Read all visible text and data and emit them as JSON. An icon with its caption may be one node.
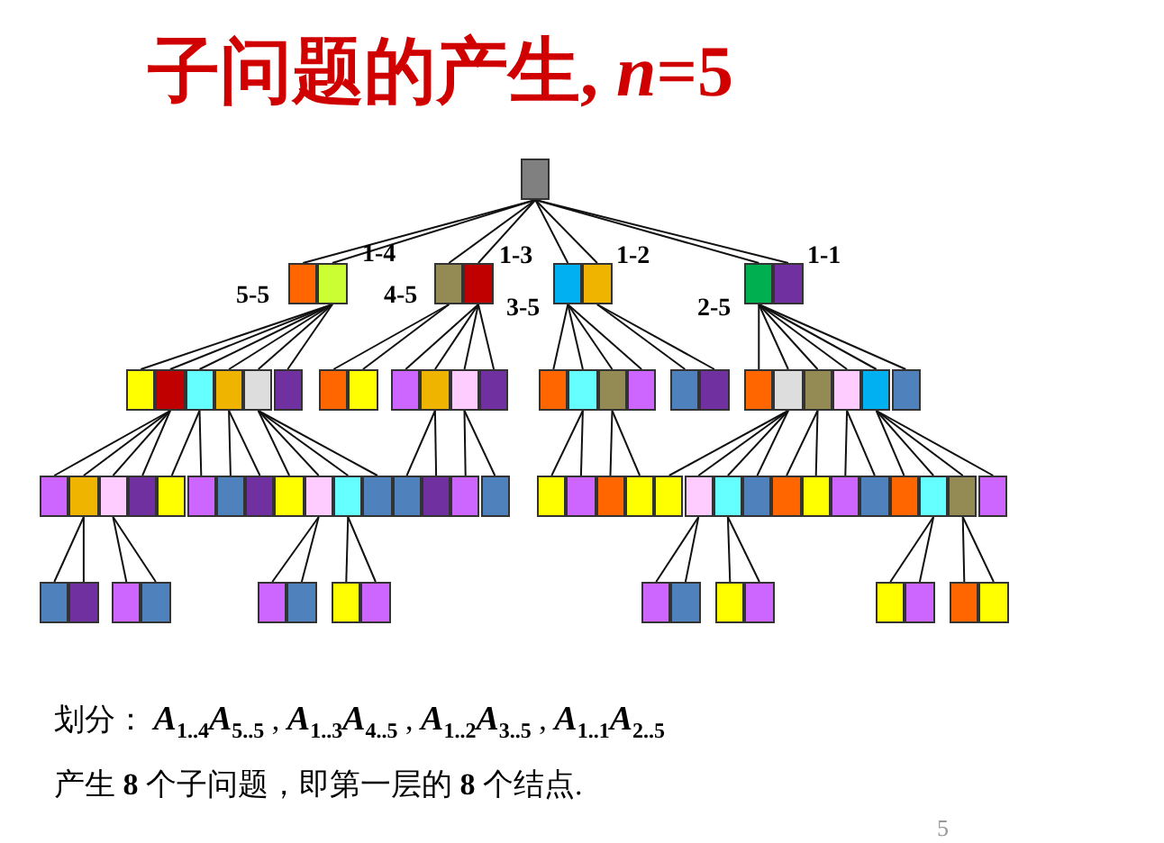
{
  "diagram": {
    "title": "子问题的产生, *n*=5",
    "nodes": [
      {
        "text": [],
        "shape": "box"
      },
      {
        "text": [],
        "shape": "box",
        "beside": [
          "5-5"
        ]
      },
      {
        "text": [],
        "shape": "box",
        "beside": [
          "1-4"
        ]
      },
      {
        "text": [],
        "shape": "box",
        "beside": [
          "4-5"
        ]
      },
      {
        "text": [],
        "shape": "box",
        "beside": [
          "1-3"
        ]
      },
      {
        "text": [],
        "shape": "box",
        "beside": [
          "3-5"
        ]
      },
      {
        "text": [],
        "shape": "box",
        "beside": [
          "1-2"
        ]
      },
      {
        "text": [],
        "shape": "box",
        "beside": [
          "2-5"
        ]
      },
      {
        "text": [],
        "shape": "box",
        "beside": [
          "1-1"
        ]
      },
      {
        "text": [],
        "shape": "box"
      },
      {
        "text": [],
        "shape": "box"
      },
      {
        "text": [],
        "shape": "box"
      },
      {
        "text": [],
        "shape": "box"
      },
      {
        "text": [],
        "shape": "box"
      },
      {
        "text": [],
        "shape": "box"
      },
      {
        "text": [],
        "shape": "box"
      },
      {
        "text": [],
        "shape": "box"
      },
      {
        "text": [],
        "shape": "box"
      },
      {
        "text": [],
        "shape": "box"
      },
      {
        "text": [],
        "shape": "box"
      },
      {
        "text": [],
        "shape": "box"
      },
      {
        "text": [],
        "shape": "box"
      },
      {
        "text": [],
        "shape": "box"
      },
      {
        "text": [],
        "shape": "box"
      },
      {
        "text": [],
        "shape": "box"
      },
      {
        "text": [],
        "shape": "box"
      },
      {
        "text": [],
        "shape": "box"
      },
      {
        "text": [],
        "shape": "box"
      },
      {
        "text": [],
        "shape": "box"
      },
      {
        "text": [],
        "shape": "box"
      },
      {
        "text": [],
        "shape": "box"
      },
      {
        "text": [],
        "shape": "box"
      },
      {
        "text": [],
        "shape": "box"
      },
      {
        "text": [],
        "shape": "box"
      },
      {
        "text": [],
        "shape": "box"
      },
      {
        "text": [],
        "shape": "box"
      },
      {
        "text": [],
        "shape": "box"
      },
      {
        "text": [],
        "shape": "box"
      },
      {
        "text": [],
        "shape": "box"
      },
      {
        "text": [],
        "shape": "box"
      },
      {
        "text": [],
        "shape": "box"
      },
      {
        "text": [],
        "shape": "box"
      },
      {
        "text": [],
        "shape": "box"
      },
      {
        "text": [],
        "shape": "box"
      },
      {
        "text": [],
        "shape": "box"
      },
      {
        "text": [],
        "shape": "box"
      },
      {
        "text": [],
        "shape": "box"
      },
      {
        "text": [],
        "shape": "box"
      },
      {
        "text": [],
        "shape": "box"
      },
      {
        "text": [],
        "shape": "box"
      },
      {
        "text": [],
        "shape": "box"
      },
      {
        "text": [],
        "shape": "box"
      },
      {
        "text": [],
        "shape": "box"
      },
      {
        "text": [],
        "shape": "box"
      },
      {
        "text": [],
        "shape": "box"
      },
      {
        "text": [],
        "shape": "box"
      },
      {
        "text": [],
        "shape": "box"
      },
      {
        "text": [],
        "shape": "box"
      },
      {
        "text": [],
        "shape": "box"
      },
      {
        "text": [],
        "shape": "box"
      },
      {
        "text": [],
        "shape": "box"
      },
      {
        "text": [],
        "shape": "box"
      },
      {
        "text": [],
        "shape": "box"
      },
      {
        "text": [],
        "shape": "box"
      },
      {
        "text": [],
        "shape": "box"
      },
      {
        "text": [],
        "shape": "box"
      },
      {
        "text": [],
        "shape": "box"
      },
      {
        "text": [],
        "shape": "box"
      },
      {
        "text": [],
        "shape": "box"
      },
      {
        "text": [],
        "shape": "box"
      },
      {
        "text": [],
        "shape": "box"
      },
      {
        "text": [],
        "shape": "box"
      },
      {
        "text": [],
        "shape": "box"
      },
      {
        "text": [],
        "shape": "box"
      },
      {
        "text": [],
        "shape": "box"
      },
      {
        "text": [],
        "shape": "box"
      },
      {
        "text": [],
        "shape": "box"
      },
      {
        "text": [],
        "shape": "box"
      },
      {
        "text": [],
        "shape": "box"
      },
      {
        "text": [],
        "shape": "box"
      },
      {
        "text": [],
        "shape": "box"
      }
    ],
    "edges": [
      {
        "from": 0,
        "to": 1,
        "arrow": "none"
      },
      {
        "from": 0,
        "to": 2,
        "arrow": "none"
      },
      {
        "from": 0,
        "to": 3,
        "arrow": "none"
      },
      {
        "from": 0,
        "to": 4,
        "arrow": "none"
      },
      {
        "from": 0,
        "to": 5,
        "arrow": "none"
      },
      {
        "from": 0,
        "to": 6,
        "arrow": "none"
      },
      {
        "from": 0,
        "to": 7,
        "arrow": "none"
      },
      {
        "from": 0,
        "to": 8,
        "arrow": "none"
      },
      {
        "from": 2,
        "to": 9,
        "arrow": "none"
      },
      {
        "from": 2,
        "to": 10,
        "arrow": "none"
      },
      {
        "from": 2,
        "to": 11,
        "arrow": "none"
      },
      {
        "from": 2,
        "to": 12,
        "arrow": "none"
      },
      {
        "from": 2,
        "to": 13,
        "arrow": "none"
      },
      {
        "from": 2,
        "to": 14,
        "arrow": "none"
      },
      {
        "from": 3,
        "to": 15,
        "arrow": "none"
      },
      {
        "from": 3,
        "to": 16,
        "arrow": "none"
      },
      {
        "from": 4,
        "to": 17,
        "arrow": "none"
      },
      {
        "from": 4,
        "to": 18,
        "arrow": "none"
      },
      {
        "from": 4,
        "to": 19,
        "arrow": "none"
      },
      {
        "from": 4,
        "to": 20,
        "arrow": "none"
      },
      {
        "from": 5,
        "to": 21,
        "arrow": "none"
      },
      {
        "from": 5,
        "to": 22,
        "arrow": "none"
      },
      {
        "from": 5,
        "to": 23,
        "arrow": "none"
      },
      {
        "from": 5,
        "to": 24,
        "arrow": "none"
      },
      {
        "from": 6,
        "to": 25,
        "arrow": "none"
      },
      {
        "from": 6,
        "to": 26,
        "arrow": "none"
      },
      {
        "from": 7,
        "to": 27,
        "arrow": "none"
      },
      {
        "from": 7,
        "to": 28,
        "arrow": "none"
      },
      {
        "from": 7,
        "to": 29,
        "arrow": "none"
      },
      {
        "from": 7,
        "to": 30,
        "arrow": "none"
      },
      {
        "from": 7,
        "to": 31,
        "arrow": "none"
      },
      {
        "from": 7,
        "to": 32,
        "arrow": "none"
      },
      {
        "from": 10,
        "to": 33,
        "arrow": "none"
      },
      {
        "from": 10,
        "to": 34,
        "arrow": "none"
      },
      {
        "from": 10,
        "to": 35,
        "arrow": "none"
      },
      {
        "from": 10,
        "to": 36,
        "arrow": "none"
      },
      {
        "from": 11,
        "to": 37,
        "arrow": "none"
      },
      {
        "from": 11,
        "to": 38,
        "arrow": "none"
      },
      {
        "from": 12,
        "to": 39,
        "arrow": "none"
      },
      {
        "from": 12,
        "to": 40,
        "arrow": "none"
      },
      {
        "from": 13,
        "to": 41,
        "arrow": "none"
      },
      {
        "from": 13,
        "to": 42,
        "arrow": "none"
      },
      {
        "from": 13,
        "to": 43,
        "arrow": "none"
      },
      {
        "from": 13,
        "to": 44,
        "arrow": "none"
      },
      {
        "from": 18,
        "to": 45,
        "arrow": "none"
      },
      {
        "from": 18,
        "to": 46,
        "arrow": "none"
      },
      {
        "from": 19,
        "to": 47,
        "arrow": "none"
      },
      {
        "from": 19,
        "to": 48,
        "arrow": "none"
      },
      {
        "from": 22,
        "to": 49,
        "arrow": "none"
      },
      {
        "from": 22,
        "to": 50,
        "arrow": "none"
      },
      {
        "from": 23,
        "to": 51,
        "arrow": "none"
      },
      {
        "from": 23,
        "to": 52,
        "arrow": "none"
      },
      {
        "from": 28,
        "to": 53,
        "arrow": "none"
      },
      {
        "from": 28,
        "to": 54,
        "arrow": "none"
      },
      {
        "from": 28,
        "to": 55,
        "arrow": "none"
      },
      {
        "from": 28,
        "to": 56,
        "arrow": "none"
      },
      {
        "from": 29,
        "to": 57,
        "arrow": "none"
      },
      {
        "from": 29,
        "to": 58,
        "arrow": "none"
      },
      {
        "from": 30,
        "to": 59,
        "arrow": "none"
      },
      {
        "from": 30,
        "to": 60,
        "arrow": "none"
      },
      {
        "from": 31,
        "to": 61,
        "arrow": "none"
      },
      {
        "from": 31,
        "to": 62,
        "arrow": "none"
      },
      {
        "from": 31,
        "to": 63,
        "arrow": "none"
      },
      {
        "from": 31,
        "to": 64,
        "arrow": "none"
      },
      {
        "from": 34,
        "to": 65,
        "arrow": "none"
      },
      {
        "from": 34,
        "to": 66,
        "arrow": "none"
      },
      {
        "from": 35,
        "to": 67,
        "arrow": "none"
      },
      {
        "from": 35,
        "to": 68,
        "arrow": "none"
      },
      {
        "from": 42,
        "to": 69,
        "arrow": "none"
      },
      {
        "from": 42,
        "to": 70,
        "arrow": "none"
      },
      {
        "from": 43,
        "to": 71,
        "arrow": "none"
      },
      {
        "from": 43,
        "to": 72,
        "arrow": "none"
      },
      {
        "from": 54,
        "to": 73,
        "arrow": "none"
      },
      {
        "from": 54,
        "to": 74,
        "arrow": "none"
      },
      {
        "from": 55,
        "to": 75,
        "arrow": "none"
      },
      {
        "from": 55,
        "to": 76,
        "arrow": "none"
      },
      {
        "from": 62,
        "to": 77,
        "arrow": "none"
      },
      {
        "from": 62,
        "to": 78,
        "arrow": "none"
      },
      {
        "from": 63,
        "to": 79,
        "arrow": "none"
      },
      {
        "from": 63,
        "to": 80,
        "arrow": "none"
      }
    ],
    "labels": [
      "划分： *A*$_{1..4}$*A*$_{5..5}$ , *A*$_{1..3}$*A*$_{4..5}$ , *A*$_{1..2}$*A*$_{3..5}$ , *A*$_{1..1}$*A*$_{2..5}$",
      "产生 **8** 个子问题，即第一层的 **8** 个结点.",
      "5"
    ]
  }
}
